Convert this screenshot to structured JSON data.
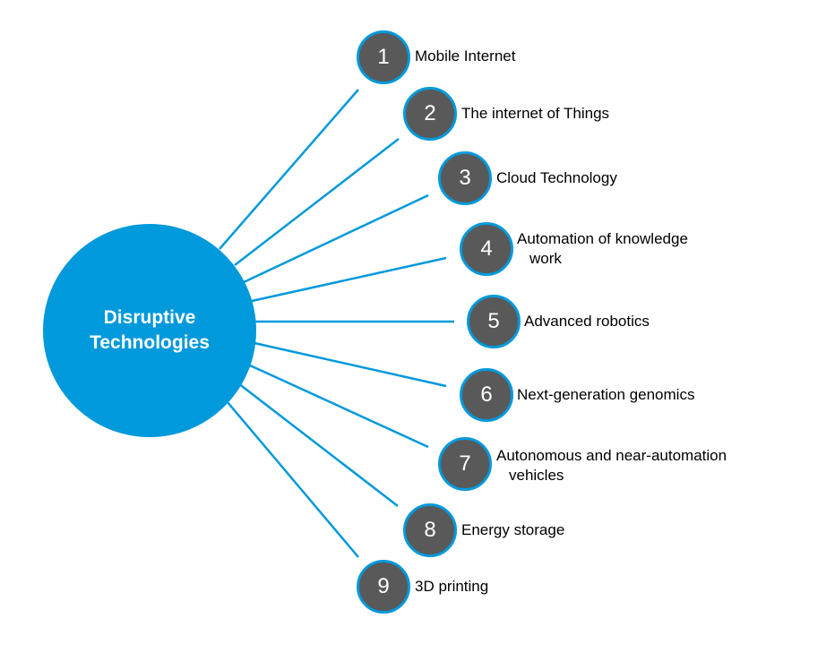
{
  "hub": {
    "label": "Disruptive\nTechnologies",
    "color": "#0099db"
  },
  "colors": {
    "node_fill": "#595959",
    "node_border": "#0099db",
    "connector": "#0099db"
  },
  "items": [
    {
      "num": "1",
      "line1": "Mobile Internet",
      "line2": ""
    },
    {
      "num": "2",
      "line1": "The internet of Things",
      "line2": ""
    },
    {
      "num": "3",
      "line1": "Cloud Technology",
      "line2": ""
    },
    {
      "num": "4",
      "line1": "Automation of knowledge",
      "line2": "work"
    },
    {
      "num": "5",
      "line1": "Advanced robotics",
      "line2": ""
    },
    {
      "num": "6",
      "line1": "Next-generation genomics",
      "line2": ""
    },
    {
      "num": "7",
      "line1": "Autonomous and near-automation",
      "line2": "vehicles"
    },
    {
      "num": "8",
      "line1": "Energy storage",
      "line2": ""
    },
    {
      "num": "9",
      "line1": "3D printing",
      "line2": ""
    }
  ]
}
